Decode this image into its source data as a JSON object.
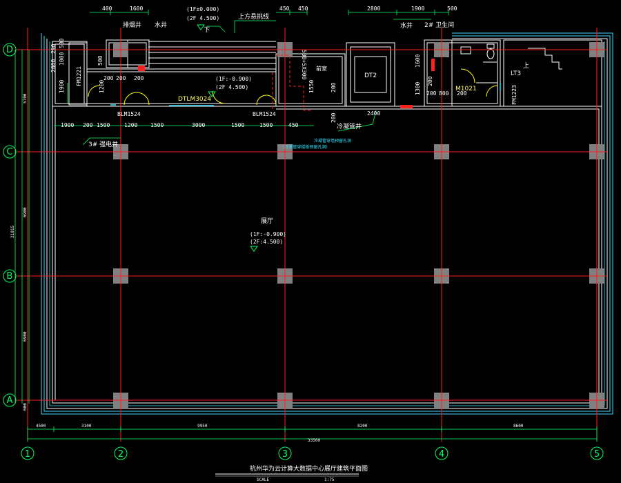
{
  "axes": {
    "rows": [
      "D",
      "C",
      "B",
      "A"
    ],
    "cols": [
      "1",
      "2",
      "3",
      "4",
      "5"
    ]
  },
  "top_dims": [
    "400",
    "1600",
    "450",
    "450",
    "2800",
    "1900",
    "500"
  ],
  "left_dims": [
    "290",
    "1000",
    "500",
    "2000",
    "1900",
    "1200",
    "200"
  ],
  "left_spans": [
    "5700",
    "6900",
    "6900",
    "600",
    "21015"
  ],
  "bottom_dims": [
    "4500",
    "3100",
    "9950",
    "8200",
    "8600"
  ],
  "bottom_total": "33500",
  "labels": {
    "smoke_shaft": "排烟井",
    "water_shaft_left": "水井",
    "level_top": "(1F±0.000)",
    "level_top_2f": "(2F 4.500)",
    "down": "下",
    "ramp": "上方悬挑线",
    "level_mid": "(1F:-0.900)",
    "level_mid_2f": "(2F 4.500)",
    "lobby_small": "前室",
    "lobby_dim": "500+5X300",
    "elevator": "DT2",
    "water_shaft_right": "水井",
    "toilet": "2# 卫生间",
    "stair": "LT3",
    "door_m1021": "M1021",
    "door_fm1": "FM1221",
    "door_fm2": "FM1223",
    "door_dtlm": "DTLM3024",
    "door_blm_left": "BLM1524",
    "door_blm_right": "BLM1524",
    "elec_shaft": "3# 强电井",
    "duct": "冷凝管井",
    "hall_title": "展厅",
    "hall_level": "(1F:-0.900)",
    "hall_level_2f": "(2F:4.500)",
    "cyan_note_1": "冷凝管穿墙预留孔洞",
    "cyan_note_2": "(冷凝管穿楼板预留孔洞)",
    "drawing_title": "杭州华为云计算大数据中心展厅建筑平面图",
    "scale_label": "SCALE",
    "scale_value": "1:75",
    "up": "上"
  },
  "row_dims_mid": [
    "1900",
    "200",
    "1500",
    "1200",
    "1500",
    "3000",
    "1500",
    "1500",
    "450"
  ],
  "lobby_dims": [
    "1550",
    "200",
    "200",
    "2400"
  ],
  "right_dims": [
    "1600",
    "1300",
    "200",
    "200",
    "800",
    "200"
  ],
  "small_dims": [
    "200",
    "200",
    "1200",
    "1900",
    "500",
    "200"
  ],
  "colors": {
    "axis": "#ff2020",
    "wall": "#ffffff",
    "outline": "#33e0ff",
    "column": "#808080",
    "dim": "#00ff66",
    "text": "#ffffff"
  }
}
